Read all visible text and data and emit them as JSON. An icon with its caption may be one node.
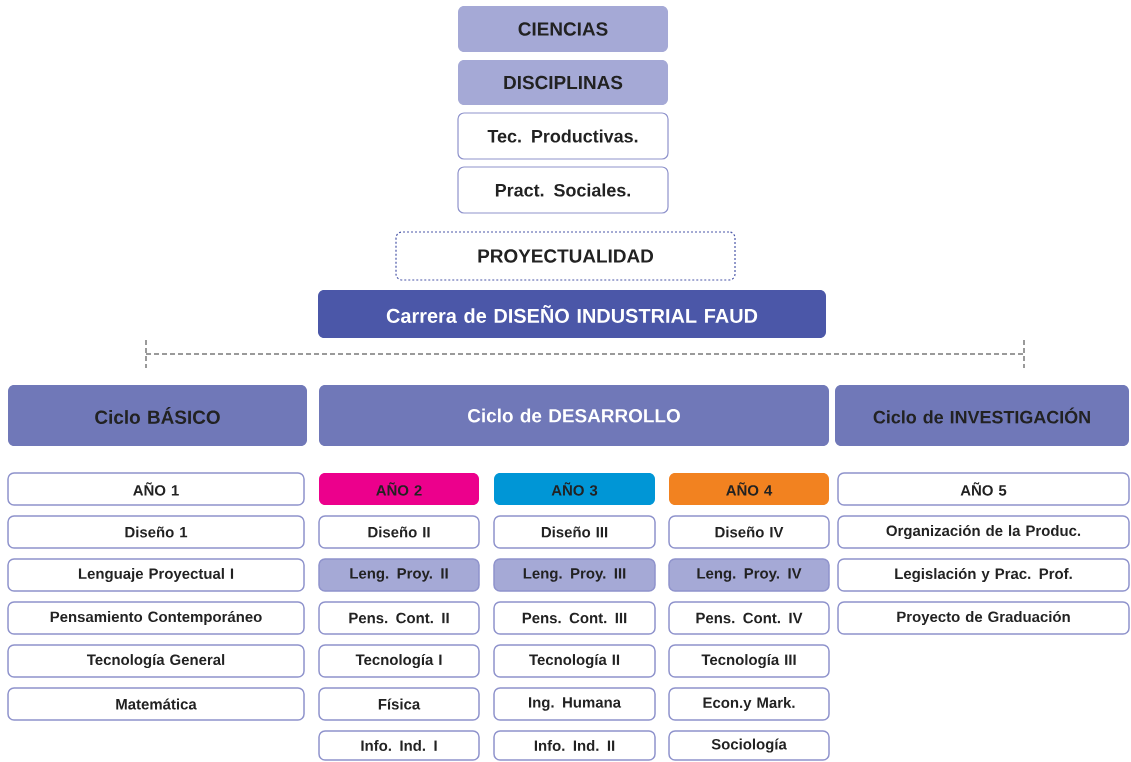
{
  "diagram": {
    "nodes": [
      {
        "text": [
          "CIENCIAS"
        ]
      },
      {
        "text": [
          "DISCIPLINAS"
        ]
      },
      {
        "text": [
          "Tec. Productivas."
        ]
      },
      {
        "text": [
          "Pract. Sociales."
        ]
      },
      {
        "text": [
          "PROYECTUALIDAD"
        ]
      },
      {
        "text": [
          "Carrera de DISEÑO INDUSTRIAL FAUD"
        ]
      },
      {
        "text": [
          "Ciclo BÁSICO"
        ]
      },
      {
        "text": [
          "Ciclo de DESARROLLO"
        ]
      },
      {
        "text": [
          "Ciclo de INVESTIGACIÓN"
        ]
      },
      {
        "text": [
          "AÑO 1"
        ]
      },
      {
        "text": [
          "Diseño 1"
        ]
      },
      {
        "text": [
          "Lenguaje Proyectual I"
        ]
      },
      {
        "text": [
          "Pensamiento Contemporáneo"
        ]
      },
      {
        "text": [
          "Tecnología General"
        ]
      },
      {
        "text": [
          "Matemática"
        ]
      },
      {
        "text": [
          "AÑO 2"
        ]
      },
      {
        "text": [
          "Diseño II"
        ]
      },
      {
        "text": [
          "Leng. Proy. II"
        ]
      },
      {
        "text": [
          "Pens. Cont. II"
        ]
      },
      {
        "text": [
          "Tecnología I"
        ]
      },
      {
        "text": [
          "Física"
        ]
      },
      {
        "text": [
          "Info. Ind. I"
        ]
      },
      {
        "text": [
          "AÑO 3"
        ]
      },
      {
        "text": [
          "Diseño III"
        ]
      },
      {
        "text": [
          "Leng. Proy. III"
        ]
      },
      {
        "text": [
          "Pens. Cont. III"
        ]
      },
      {
        "text": [
          "Tecnología II"
        ]
      },
      {
        "text": [
          "Ing. Humana"
        ]
      },
      {
        "text": [
          "Info. Ind. II"
        ]
      },
      {
        "text": [
          "AÑO 4"
        ]
      },
      {
        "text": [
          "Diseño IV"
        ]
      },
      {
        "text": [
          "Leng. Proy. IV"
        ]
      },
      {
        "text": [
          "Pens. Cont. IV"
        ]
      },
      {
        "text": [
          "Tecnología III"
        ]
      },
      {
        "text": [
          "Econ.y Mark."
        ]
      },
      {
        "text": [
          "Sociología"
        ]
      },
      {
        "text": [
          "AÑO 5"
        ]
      },
      {
        "text": [
          "Organización de la Produc."
        ]
      },
      {
        "text": [
          "Legislación y Prac. Prof."
        ]
      },
      {
        "text": [
          "Proyecto de Graduación"
        ]
      }
    ]
  }
}
